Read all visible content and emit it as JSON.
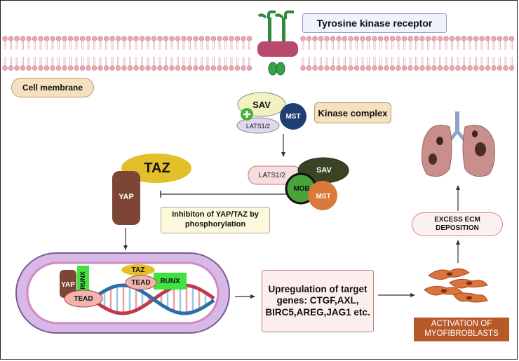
{
  "labels": {
    "receptor": "Tyrosine kinase receptor",
    "cell_membrane": "Cell membrane",
    "kinase_complex": "Kinase complex",
    "sav": "SAV",
    "mst": "MST",
    "lats": "LATS1/2",
    "mob": "MOB",
    "taz": "TAZ",
    "yap": "YAP",
    "inhibition": "Inhibiton of YAP/TAZ by phosphorylation",
    "runx": "RUNX",
    "tead": "TEAD",
    "upregulation": "Upregulation of target genes: CTGF,AXL, BIRC5,AREG,JAG1 etc.",
    "myofibroblasts": "ACTIVATION OF MYOFIBROBLASTS",
    "ecm": "EXCESS ECM DEPOSITION"
  },
  "colors": {
    "membrane_head": "#e9a9b3",
    "receptor_green": "#2f8a3c",
    "receptor_body": "#b94a6c",
    "sav_fill": "#f2f1c2",
    "mst_fill": "#1e3f73",
    "lats_fill": "#ded9f1",
    "taz_fill": "#e3c02a",
    "yap_fill": "#7c4535",
    "mob_fill": "#49a33a",
    "sav_dark": "#3a4423",
    "mst_orange": "#d97a3b",
    "runx_green": "#3fe23f",
    "tead_fill": "#f0b6ad",
    "nucleus_fill": "#d7b8e6",
    "myofibroblast_fill": "#c85a25"
  }
}
